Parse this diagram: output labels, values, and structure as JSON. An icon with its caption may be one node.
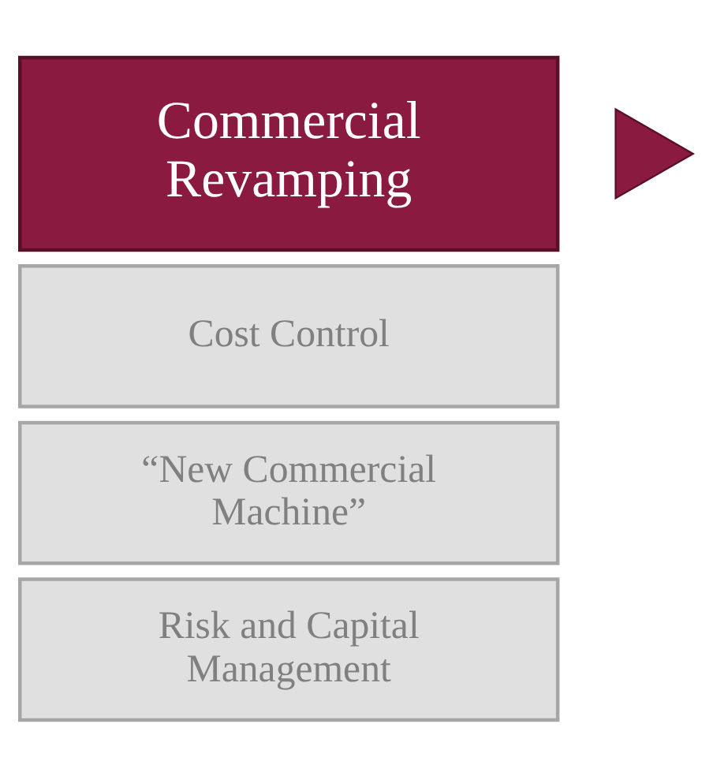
{
  "diagram": {
    "nodes": [
      {
        "text": [
          "Commercial Revamping"
        ]
      },
      {
        "text": [
          "Cost Control"
        ]
      },
      {
        "text": [
          "“New Commercial Machine”"
        ]
      },
      {
        "text": [
          "Risk and Capital Management"
        ]
      },
      {
        "text": [],
        "shape": "triangle"
      }
    ]
  }
}
